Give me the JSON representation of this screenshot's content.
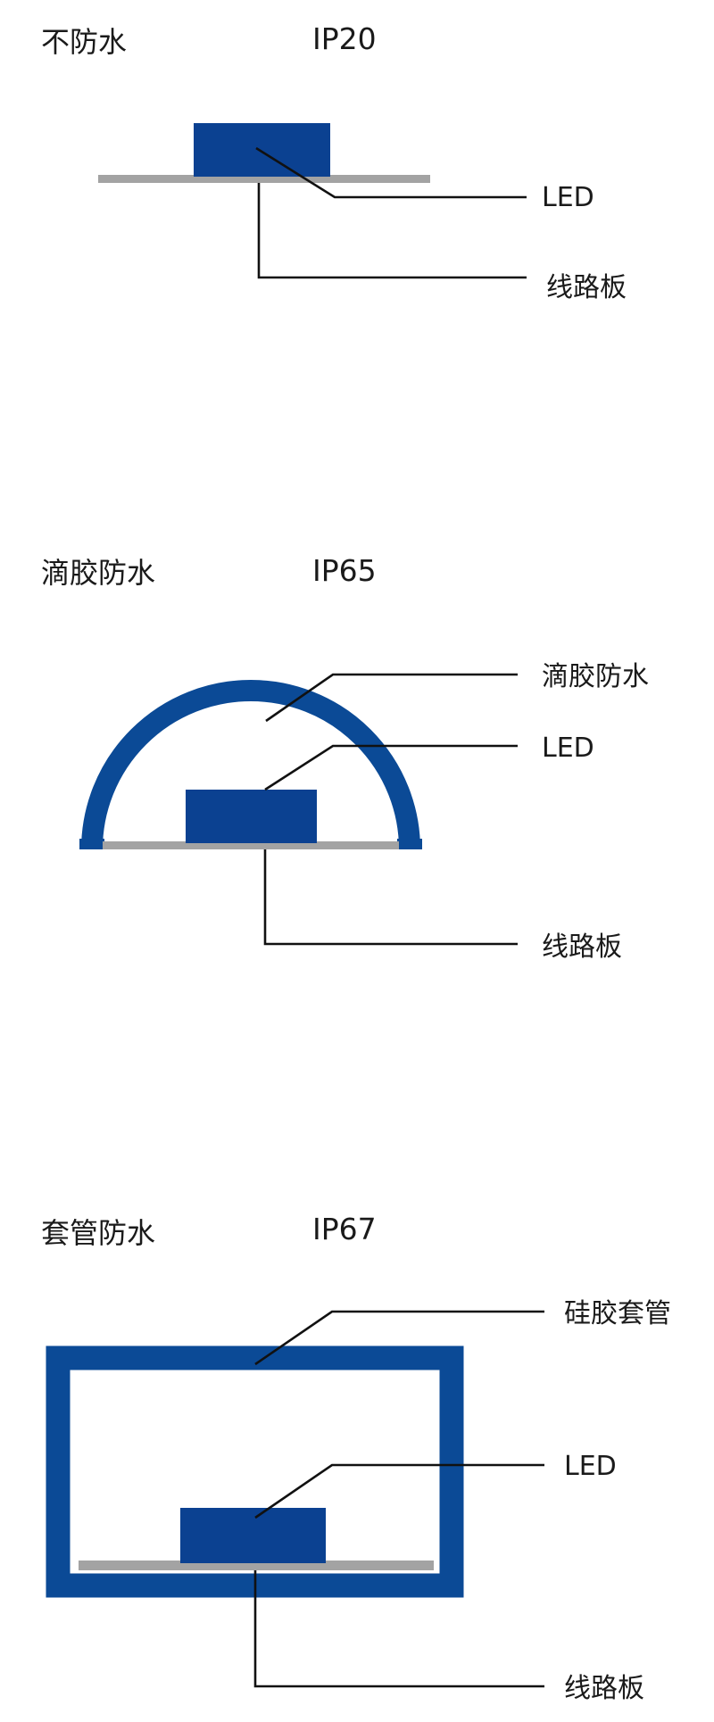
{
  "colors": {
    "led": "#0b4191",
    "casing": "#0b4a96",
    "board": "#a3a3a3",
    "leader": "#111111",
    "text": "#1a1a1a",
    "background": "#ffffff"
  },
  "sections": [
    {
      "heading": "不防水",
      "rating": "IP20",
      "labels": {
        "led": "LED",
        "board": "线路板"
      }
    },
    {
      "heading": "滴胶防水",
      "rating": "IP65",
      "labels": {
        "glue": "滴胶防水",
        "led": "LED",
        "board": "线路板"
      }
    },
    {
      "heading": "套管防水",
      "rating": "IP67",
      "labels": {
        "sleeve": "硅胶套管",
        "led": "LED",
        "board": "线路板"
      }
    }
  ]
}
